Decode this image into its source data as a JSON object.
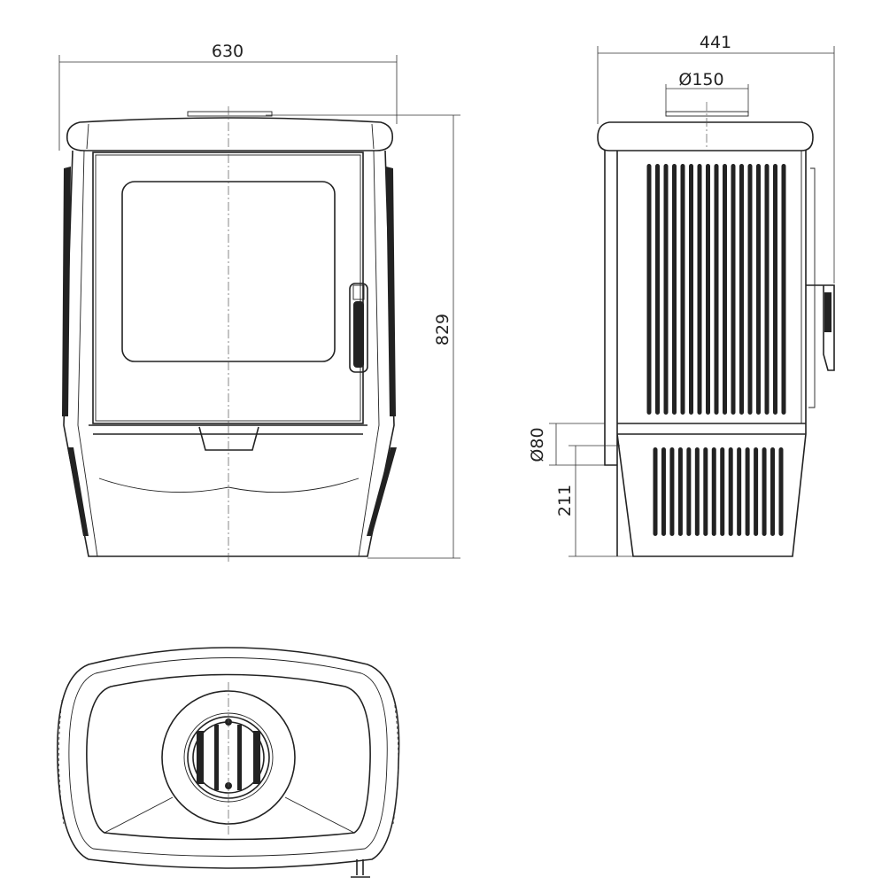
{
  "front_view": {
    "width_label": "630",
    "height_label": "829"
  },
  "side_view": {
    "depth_label": "441",
    "flue_top_label": "Ø150",
    "flue_rear_label": "Ø80",
    "flue_rear_height_label": "211"
  },
  "top_view": {}
}
